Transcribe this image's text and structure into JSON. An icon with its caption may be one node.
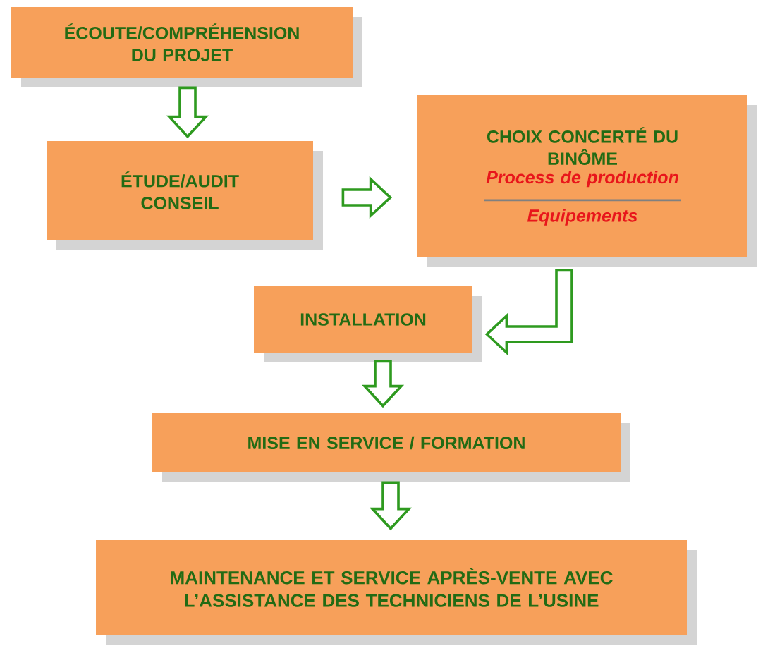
{
  "diagram": {
    "nodes": [
      {
        "text": [
          "ÉCOUTE/COMPRÉHENSION DU PROJET"
        ]
      },
      {
        "text": [
          "ÉTUDE/AUDIT CONSEIL"
        ]
      },
      {
        "text": [
          "CHOIX CONCERTÉ DU BINÔME",
          "Process de production",
          "Equipements"
        ]
      },
      {
        "text": [
          "INSTALLATION"
        ]
      },
      {
        "text": [
          "MISE EN SERVICE / FORMATION"
        ]
      },
      {
        "text": [
          "MAINTENANCE ET SERVICE APRÈS-VENTE AVEC L’ASSISTANCE DES TECHNICIENS DE L’USINE"
        ]
      }
    ],
    "edges": [
      {
        "from": 0,
        "to": 1,
        "arrow": "to"
      },
      {
        "from": 1,
        "to": 2,
        "arrow": "to"
      },
      {
        "from": 2,
        "to": 3,
        "arrow": "to"
      },
      {
        "from": 3,
        "to": 4,
        "arrow": "to"
      },
      {
        "from": 4,
        "to": 5,
        "arrow": "to"
      }
    ]
  }
}
